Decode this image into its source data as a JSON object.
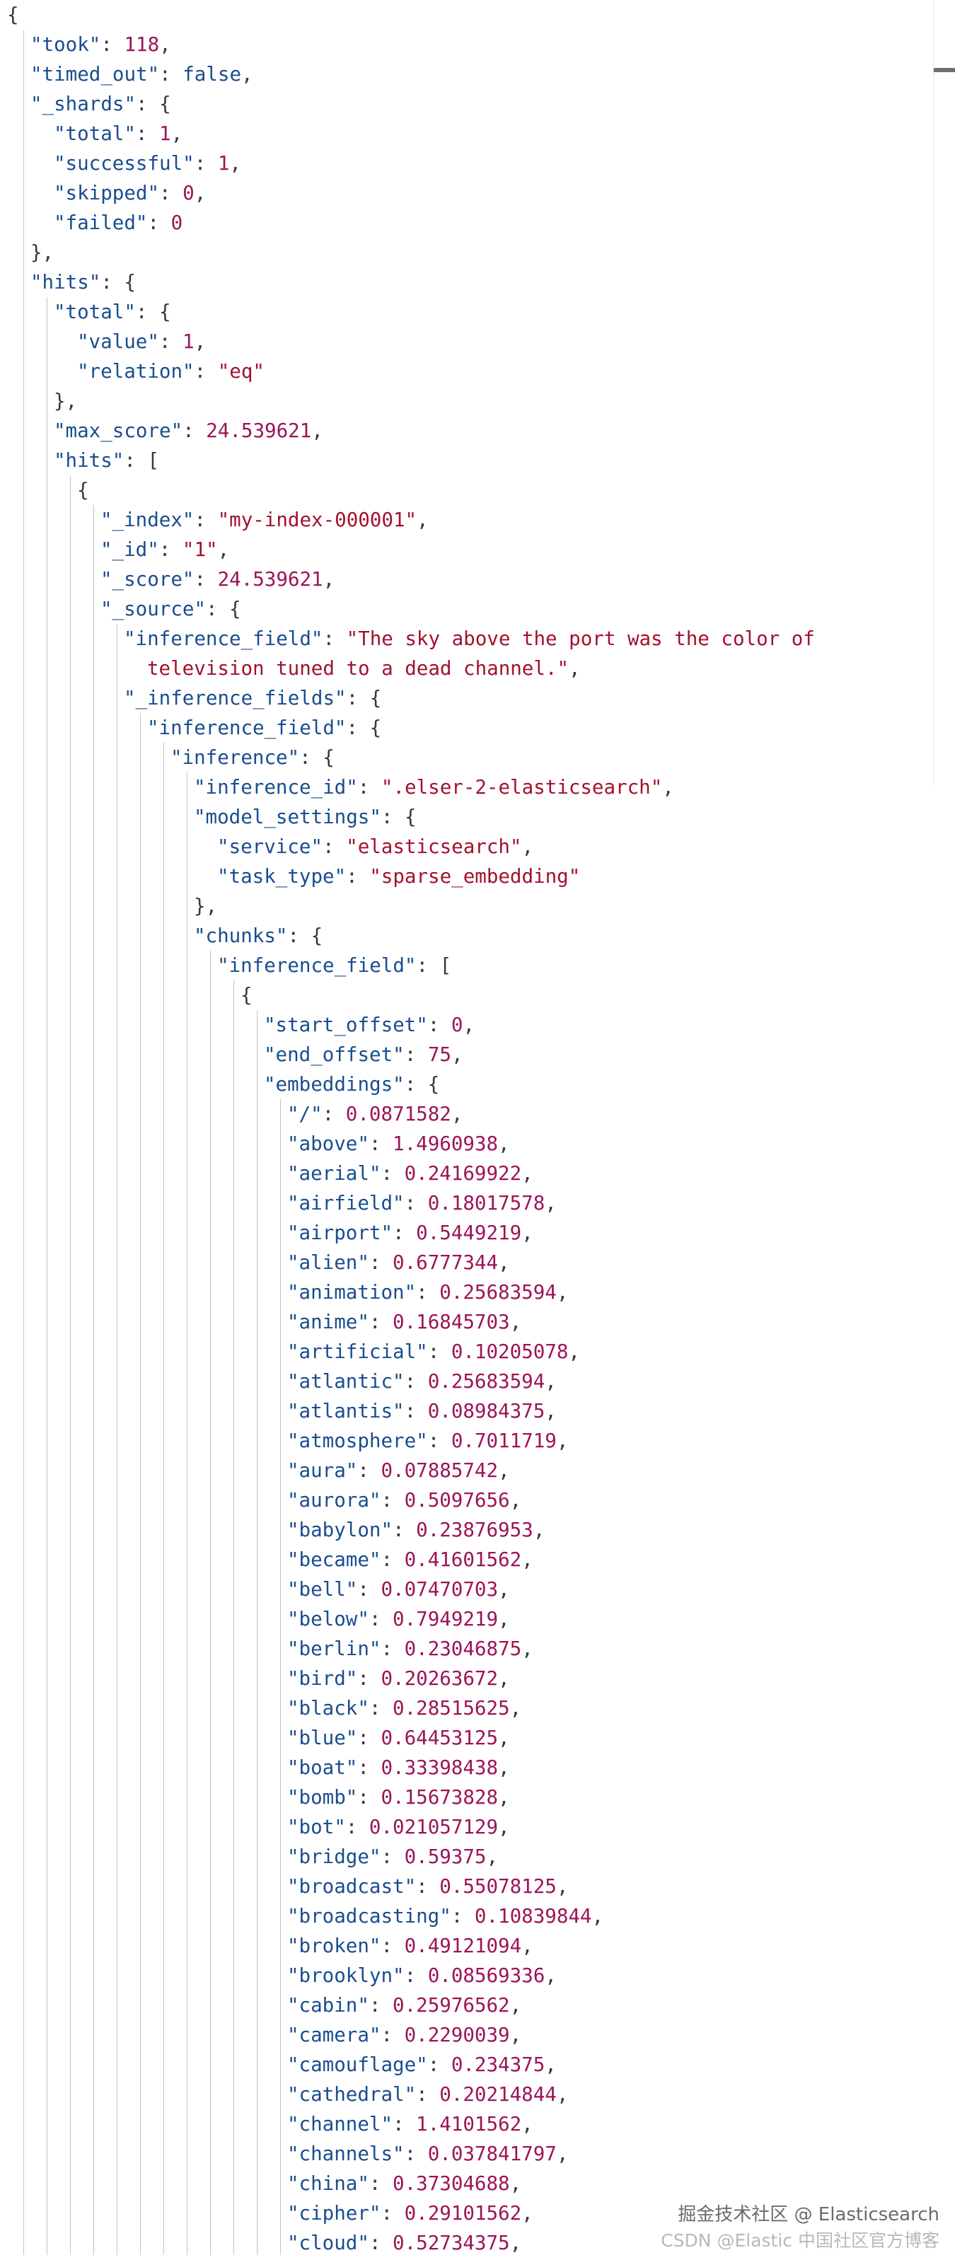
{
  "code": {
    "lines": [
      {
        "indent": 0,
        "parts": [
          {
            "t": "p",
            "v": "{"
          }
        ]
      },
      {
        "indent": 1,
        "parts": [
          {
            "t": "k",
            "v": "\"took\""
          },
          {
            "t": "p",
            "v": ": "
          },
          {
            "t": "n",
            "v": "118"
          },
          {
            "t": "p",
            "v": ","
          }
        ]
      },
      {
        "indent": 1,
        "parts": [
          {
            "t": "k",
            "v": "\"timed_out\""
          },
          {
            "t": "p",
            "v": ": "
          },
          {
            "t": "b",
            "v": "false"
          },
          {
            "t": "p",
            "v": ","
          }
        ]
      },
      {
        "indent": 1,
        "parts": [
          {
            "t": "k",
            "v": "\"_shards\""
          },
          {
            "t": "p",
            "v": ": {"
          }
        ]
      },
      {
        "indent": 2,
        "parts": [
          {
            "t": "k",
            "v": "\"total\""
          },
          {
            "t": "p",
            "v": ": "
          },
          {
            "t": "n",
            "v": "1"
          },
          {
            "t": "p",
            "v": ","
          }
        ]
      },
      {
        "indent": 2,
        "parts": [
          {
            "t": "k",
            "v": "\"successful\""
          },
          {
            "t": "p",
            "v": ": "
          },
          {
            "t": "n",
            "v": "1"
          },
          {
            "t": "p",
            "v": ","
          }
        ]
      },
      {
        "indent": 2,
        "parts": [
          {
            "t": "k",
            "v": "\"skipped\""
          },
          {
            "t": "p",
            "v": ": "
          },
          {
            "t": "n",
            "v": "0"
          },
          {
            "t": "p",
            "v": ","
          }
        ]
      },
      {
        "indent": 2,
        "parts": [
          {
            "t": "k",
            "v": "\"failed\""
          },
          {
            "t": "p",
            "v": ": "
          },
          {
            "t": "n",
            "v": "0"
          }
        ]
      },
      {
        "indent": 1,
        "parts": [
          {
            "t": "p",
            "v": "},"
          }
        ]
      },
      {
        "indent": 1,
        "parts": [
          {
            "t": "k",
            "v": "\"hits\""
          },
          {
            "t": "p",
            "v": ": {"
          }
        ]
      },
      {
        "indent": 2,
        "parts": [
          {
            "t": "k",
            "v": "\"total\""
          },
          {
            "t": "p",
            "v": ": {"
          }
        ]
      },
      {
        "indent": 3,
        "parts": [
          {
            "t": "k",
            "v": "\"value\""
          },
          {
            "t": "p",
            "v": ": "
          },
          {
            "t": "n",
            "v": "1"
          },
          {
            "t": "p",
            "v": ","
          }
        ]
      },
      {
        "indent": 3,
        "parts": [
          {
            "t": "k",
            "v": "\"relation\""
          },
          {
            "t": "p",
            "v": ": "
          },
          {
            "t": "s",
            "v": "\"eq\""
          }
        ]
      },
      {
        "indent": 2,
        "parts": [
          {
            "t": "p",
            "v": "},"
          }
        ]
      },
      {
        "indent": 2,
        "parts": [
          {
            "t": "k",
            "v": "\"max_score\""
          },
          {
            "t": "p",
            "v": ": "
          },
          {
            "t": "n",
            "v": "24.539621"
          },
          {
            "t": "p",
            "v": ","
          }
        ]
      },
      {
        "indent": 2,
        "parts": [
          {
            "t": "k",
            "v": "\"hits\""
          },
          {
            "t": "p",
            "v": ": ["
          }
        ]
      },
      {
        "indent": 3,
        "parts": [
          {
            "t": "p",
            "v": "{"
          }
        ]
      },
      {
        "indent": 4,
        "parts": [
          {
            "t": "k",
            "v": "\"_index\""
          },
          {
            "t": "p",
            "v": ": "
          },
          {
            "t": "s",
            "v": "\"my-index-000001\""
          },
          {
            "t": "p",
            "v": ","
          }
        ]
      },
      {
        "indent": 4,
        "parts": [
          {
            "t": "k",
            "v": "\"_id\""
          },
          {
            "t": "p",
            "v": ": "
          },
          {
            "t": "s",
            "v": "\"1\""
          },
          {
            "t": "p",
            "v": ","
          }
        ]
      },
      {
        "indent": 4,
        "parts": [
          {
            "t": "k",
            "v": "\"_score\""
          },
          {
            "t": "p",
            "v": ": "
          },
          {
            "t": "n",
            "v": "24.539621"
          },
          {
            "t": "p",
            "v": ","
          }
        ]
      },
      {
        "indent": 4,
        "parts": [
          {
            "t": "k",
            "v": "\"_source\""
          },
          {
            "t": "p",
            "v": ": {"
          }
        ]
      },
      {
        "indent": 5,
        "parts": [
          {
            "t": "k",
            "v": "\"inference_field\""
          },
          {
            "t": "p",
            "v": ": "
          },
          {
            "t": "s",
            "v": "\"The sky above the port was the color of"
          }
        ]
      },
      {
        "indent": 6,
        "parts": [
          {
            "t": "s",
            "v": "television tuned to a dead channel.\""
          },
          {
            "t": "p",
            "v": ","
          }
        ]
      },
      {
        "indent": 5,
        "parts": [
          {
            "t": "k",
            "v": "\"_inference_fields\""
          },
          {
            "t": "p",
            "v": ": {"
          }
        ]
      },
      {
        "indent": 6,
        "parts": [
          {
            "t": "k",
            "v": "\"inference_field\""
          },
          {
            "t": "p",
            "v": ": {"
          }
        ]
      },
      {
        "indent": 7,
        "parts": [
          {
            "t": "k",
            "v": "\"inference\""
          },
          {
            "t": "p",
            "v": ": {"
          }
        ]
      },
      {
        "indent": 8,
        "parts": [
          {
            "t": "k",
            "v": "\"inference_id\""
          },
          {
            "t": "p",
            "v": ": "
          },
          {
            "t": "s",
            "v": "\".elser-2-elasticsearch\""
          },
          {
            "t": "p",
            "v": ","
          }
        ]
      },
      {
        "indent": 8,
        "parts": [
          {
            "t": "k",
            "v": "\"model_settings\""
          },
          {
            "t": "p",
            "v": ": {"
          }
        ]
      },
      {
        "indent": 9,
        "parts": [
          {
            "t": "k",
            "v": "\"service\""
          },
          {
            "t": "p",
            "v": ": "
          },
          {
            "t": "s",
            "v": "\"elasticsearch\""
          },
          {
            "t": "p",
            "v": ","
          }
        ]
      },
      {
        "indent": 9,
        "parts": [
          {
            "t": "k",
            "v": "\"task_type\""
          },
          {
            "t": "p",
            "v": ": "
          },
          {
            "t": "s",
            "v": "\"sparse_embedding\""
          }
        ]
      },
      {
        "indent": 8,
        "parts": [
          {
            "t": "p",
            "v": "},"
          }
        ]
      },
      {
        "indent": 8,
        "parts": [
          {
            "t": "k",
            "v": "\"chunks\""
          },
          {
            "t": "p",
            "v": ": {"
          }
        ]
      },
      {
        "indent": 9,
        "parts": [
          {
            "t": "k",
            "v": "\"inference_field\""
          },
          {
            "t": "p",
            "v": ": ["
          }
        ]
      },
      {
        "indent": 10,
        "parts": [
          {
            "t": "p",
            "v": "{"
          }
        ]
      },
      {
        "indent": 11,
        "parts": [
          {
            "t": "k",
            "v": "\"start_offset\""
          },
          {
            "t": "p",
            "v": ": "
          },
          {
            "t": "n",
            "v": "0"
          },
          {
            "t": "p",
            "v": ","
          }
        ]
      },
      {
        "indent": 11,
        "parts": [
          {
            "t": "k",
            "v": "\"end_offset\""
          },
          {
            "t": "p",
            "v": ": "
          },
          {
            "t": "n",
            "v": "75"
          },
          {
            "t": "p",
            "v": ","
          }
        ]
      },
      {
        "indent": 11,
        "parts": [
          {
            "t": "k",
            "v": "\"embeddings\""
          },
          {
            "t": "p",
            "v": ": {"
          }
        ]
      }
    ],
    "embeddings": [
      [
        "/",
        "0.0871582"
      ],
      [
        "above",
        "1.4960938"
      ],
      [
        "aerial",
        "0.24169922"
      ],
      [
        "airfield",
        "0.18017578"
      ],
      [
        "airport",
        "0.5449219"
      ],
      [
        "alien",
        "0.6777344"
      ],
      [
        "animation",
        "0.25683594"
      ],
      [
        "anime",
        "0.16845703"
      ],
      [
        "artificial",
        "0.10205078"
      ],
      [
        "atlantic",
        "0.25683594"
      ],
      [
        "atlantis",
        "0.08984375"
      ],
      [
        "atmosphere",
        "0.7011719"
      ],
      [
        "aura",
        "0.07885742"
      ],
      [
        "aurora",
        "0.5097656"
      ],
      [
        "babylon",
        "0.23876953"
      ],
      [
        "became",
        "0.41601562"
      ],
      [
        "bell",
        "0.07470703"
      ],
      [
        "below",
        "0.7949219"
      ],
      [
        "berlin",
        "0.23046875"
      ],
      [
        "bird",
        "0.20263672"
      ],
      [
        "black",
        "0.28515625"
      ],
      [
        "blue",
        "0.64453125"
      ],
      [
        "boat",
        "0.33398438"
      ],
      [
        "bomb",
        "0.15673828"
      ],
      [
        "bot",
        "0.021057129"
      ],
      [
        "bridge",
        "0.59375"
      ],
      [
        "broadcast",
        "0.55078125"
      ],
      [
        "broadcasting",
        "0.10839844"
      ],
      [
        "broken",
        "0.49121094"
      ],
      [
        "brooklyn",
        "0.08569336"
      ],
      [
        "cabin",
        "0.25976562"
      ],
      [
        "camera",
        "0.2290039"
      ],
      [
        "camouflage",
        "0.234375"
      ],
      [
        "cathedral",
        "0.20214844"
      ],
      [
        "channel",
        "1.4101562"
      ],
      [
        "channels",
        "0.037841797"
      ],
      [
        "china",
        "0.37304688"
      ],
      [
        "cipher",
        "0.29101562"
      ],
      [
        "cloud",
        "0.52734375"
      ]
    ]
  },
  "watermark": {
    "line1": "掘金技术社区 @ Elasticsearch",
    "line2": "CSDN @Elastic 中国社区官方博客"
  }
}
